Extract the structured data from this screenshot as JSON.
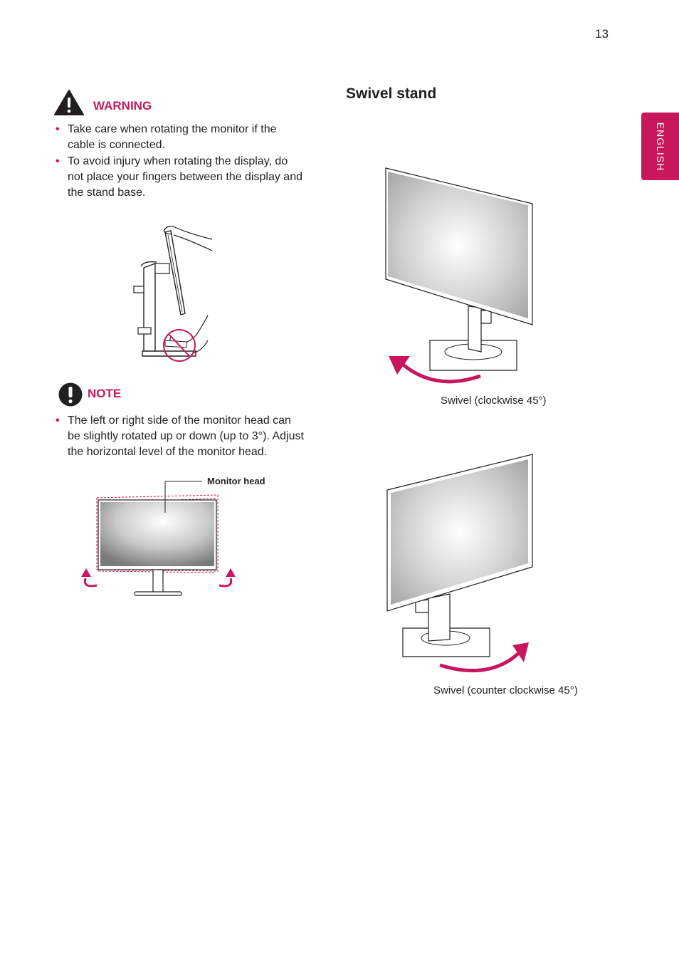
{
  "page_number": "13",
  "language_tab": "ENGLISH",
  "warning": {
    "title": "WARNING",
    "items": [
      "Take care when rotating the monitor if the cable is connected.",
      "To avoid injury when rotating the display, do not place your fingers between the display and the stand base."
    ]
  },
  "note": {
    "title": "NOTE",
    "items": [
      "The left or right side of the monitor head can be slightly rotated up or down (up to 3°). Adjust the horizontal level of the monitor head."
    ],
    "diagram_label": "Monitor head"
  },
  "swivel": {
    "title": "Swivel stand",
    "caption_clockwise": "Swivel (clockwise 45°)",
    "caption_counter": "Swivel (counter clockwise 45°)"
  },
  "colors": {
    "accent": "#c8175d",
    "text": "#231f20"
  }
}
